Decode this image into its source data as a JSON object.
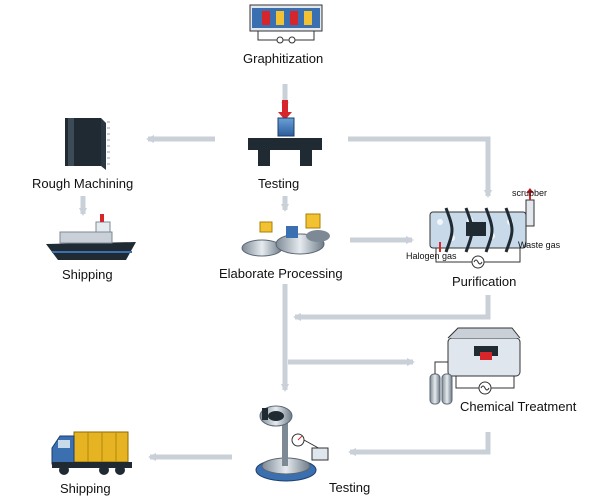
{
  "nodes": {
    "graphitization": "Graphitization",
    "testing_top": "Testing",
    "rough_machining": "Rough Machining",
    "shipping_left": "Shipping",
    "elaborate_processing": "Elaborate Processing",
    "purification": "Purification",
    "chemical_treatment": "Chemical Treatment",
    "testing_bottom": "Testing",
    "shipping_bottom": "Shipping"
  },
  "purification_labels": {
    "scrubber": "scrubber",
    "halogen_gas": "Halogen gas",
    "waste_gas": "Waste gas"
  },
  "icons": {
    "graphitization": "furnace-icon",
    "testing_top": "press-test-icon",
    "rough_machining": "graphite-block-icon",
    "shipping_left": "cargo-ship-icon",
    "elaborate_processing": "machining-parts-icon",
    "purification": "purification-furnace-icon",
    "chemical_treatment": "chemical-furnace-icon",
    "testing_bottom": "measuring-instrument-icon",
    "shipping_bottom": "truck-icon"
  },
  "colors": {
    "arrow": "#c9d0d8",
    "furnace_red": "#d7262b",
    "steel_blue": "#3a6fb0",
    "dark_metal": "#1f2a33"
  }
}
